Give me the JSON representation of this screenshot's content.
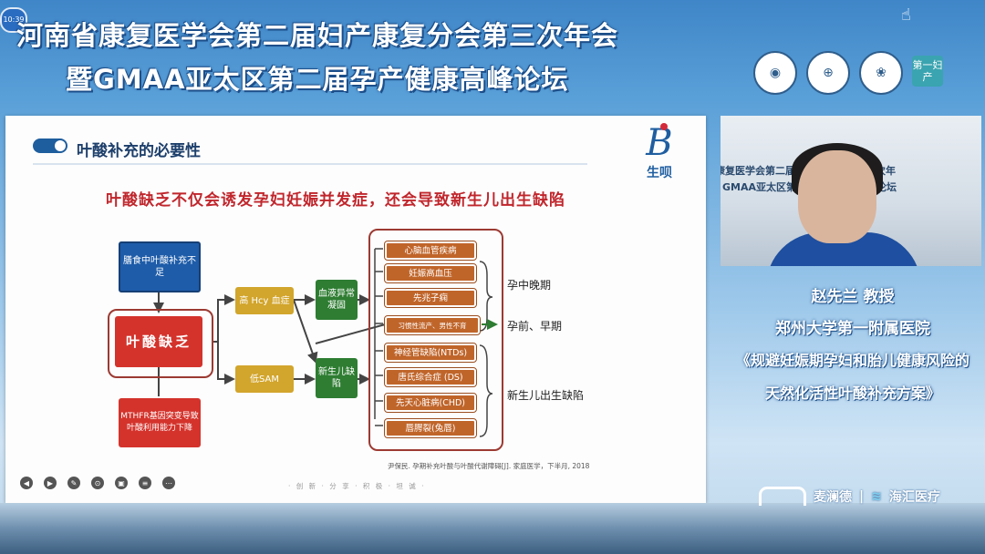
{
  "header": {
    "clock": "10:39",
    "title_line1": "河南省康复医学会第二届妇产康复分会第三次年会",
    "title_line2": "暨GMAA亚太区第二届孕产健康高峰论坛",
    "logo4": "第一妇产"
  },
  "slide": {
    "section_title": "叶酸补充的必要性",
    "brand_text": "生呗",
    "headline": "叶酸缺乏不仅会诱发孕妇妊娠并发症，还会导致新生儿出生缺陷",
    "diagram": {
      "box_diet": "膳食中叶酸补充不足",
      "box_deficiency": "叶酸缺乏",
      "box_mthfr": "MTHFR基因突变导致叶酸利用能力下降",
      "box_hcy": "高 Hcy 血症",
      "box_sam": "低SAM",
      "box_blood": "血液异常凝固",
      "box_newborn": "新生儿缺陷",
      "outcomes": [
        "心脑血管疾病",
        "妊娠高血压",
        "先兆子痫",
        "习惯性流产、男性不育",
        "神经管缺陷(NTDs)",
        "唐氏综合症 (DS)",
        "先天心脏病(CHD)",
        "唇腭裂(兔唇)"
      ],
      "label_late": "孕中晚期",
      "label_early": "孕前、早期",
      "label_birth": "新生儿出生缺陷"
    },
    "citation": "尹保民. 孕期补充叶酸与叶酸代谢障碍[J]. 家庭医学，下半月, 2018",
    "footer_text": "· 创 新 · 分 享 · 积 极 · 坦 诚 ·"
  },
  "speaker": {
    "video_text1": "康复医学会第二届妇产康复分会第三次年",
    "video_text2": "GMAA亚太区第二届孕产健康高峰论坛",
    "name": "赵先兰 教授",
    "hospital": "郑州大学第一附属医院",
    "talk_line1": "《规避妊娠期孕妇和胎儿健康风险的",
    "talk_line2": "天然化活性叶酸补充方案》"
  },
  "sponsors": {
    "s1": "麦澜德",
    "s2": "海汇医疗"
  }
}
